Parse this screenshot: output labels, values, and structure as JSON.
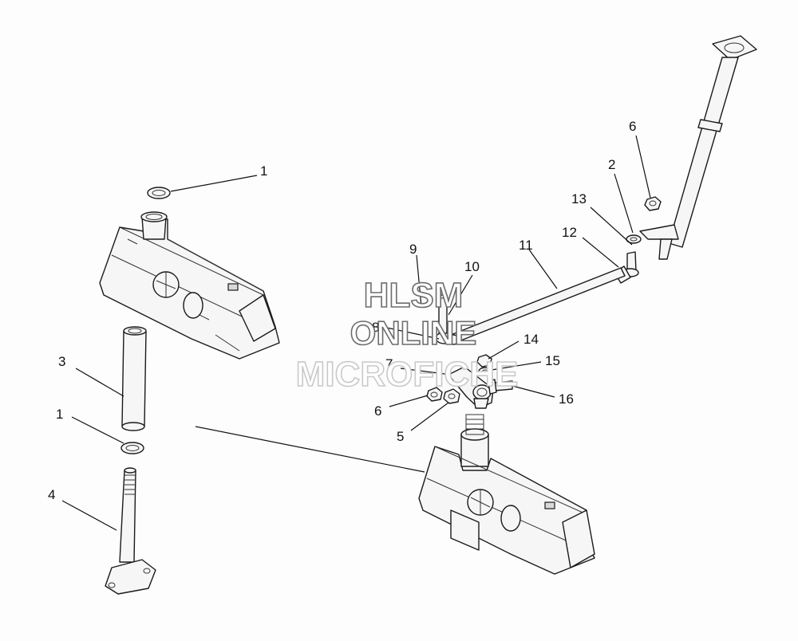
{
  "callouts": [
    {
      "id": "c1a",
      "label": "1"
    },
    {
      "id": "c1b",
      "label": "1"
    },
    {
      "id": "c2",
      "label": "2"
    },
    {
      "id": "c3",
      "label": "3"
    },
    {
      "id": "c4",
      "label": "4"
    },
    {
      "id": "c5",
      "label": "5"
    },
    {
      "id": "c6a",
      "label": "6"
    },
    {
      "id": "c6b",
      "label": "6"
    },
    {
      "id": "c7",
      "label": "7"
    },
    {
      "id": "c8",
      "label": "8"
    },
    {
      "id": "c9",
      "label": "9"
    },
    {
      "id": "c10",
      "label": "10"
    },
    {
      "id": "c11",
      "label": "11"
    },
    {
      "id": "c12",
      "label": "12"
    },
    {
      "id": "c13",
      "label": "13"
    },
    {
      "id": "c14",
      "label": "14"
    },
    {
      "id": "c15",
      "label": "15"
    },
    {
      "id": "c16",
      "label": "16"
    }
  ],
  "watermark": {
    "line1": "HLSM",
    "line2": "ONLINE",
    "line3": "MICROFICHE"
  },
  "colors": {
    "line": "#1a1a1a",
    "watermark_outline": "#6d6d6d",
    "watermark_faint": "#c9c9c9"
  }
}
